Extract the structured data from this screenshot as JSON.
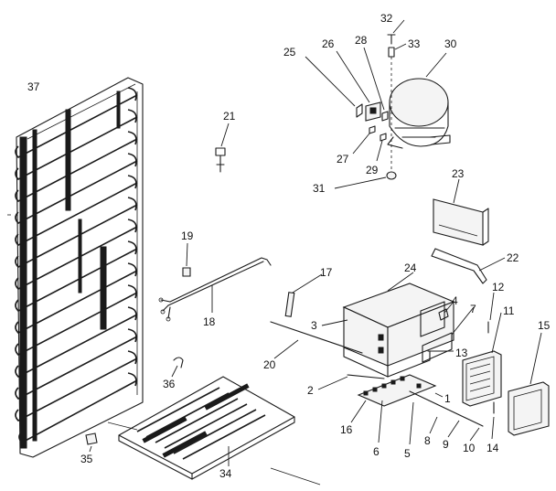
{
  "diagram": {
    "type": "exploded-parts-view",
    "callouts": [
      "1",
      "2",
      "3",
      "4",
      "5",
      "6",
      "7",
      "8",
      "9",
      "10",
      "11",
      "12",
      "13",
      "14",
      "15",
      "16",
      "17",
      "18",
      "19",
      "20",
      "21",
      "22",
      "23",
      "24",
      "25",
      "26",
      "27",
      "28",
      "29",
      "30",
      "31",
      "32",
      "33",
      "34",
      "35",
      "36",
      "37"
    ]
  },
  "colors": {
    "line": "#1a1a1a",
    "background": "#ffffff"
  }
}
